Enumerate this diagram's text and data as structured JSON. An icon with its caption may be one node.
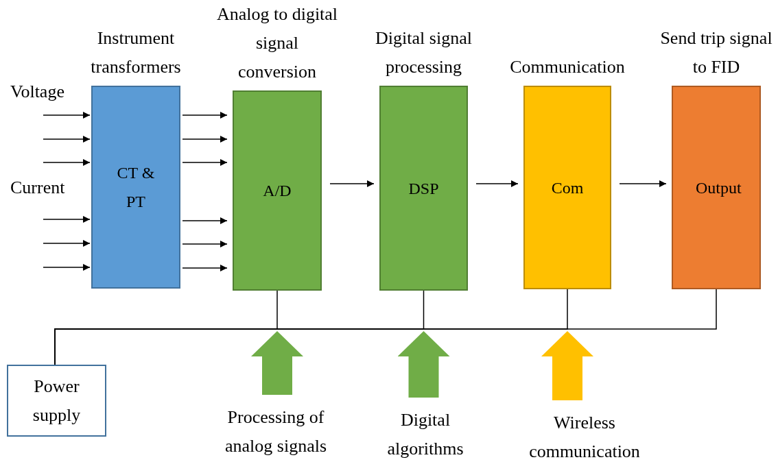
{
  "diagram": {
    "nodes": [
      {
        "text": [
          "Instrument transformers",
          "CT & PT"
        ]
      },
      {
        "text": [
          "Analog to digital signal conversion",
          "A/D"
        ]
      },
      {
        "text": [
          "Digital signal processing",
          "DSP"
        ]
      },
      {
        "text": [
          "Communication",
          "Com"
        ]
      },
      {
        "text": [
          "Send trip signal to FID",
          "Output"
        ]
      },
      {
        "text": [
          "Power supply"
        ]
      },
      {
        "text": [
          "Processing of analog signals"
        ]
      },
      {
        "text": [
          "Digital algorithms"
        ]
      },
      {
        "text": [
          "Wireless communication"
        ]
      }
    ],
    "edges": [
      {
        "from": null,
        "to": 0,
        "arrow": "to"
      },
      {
        "from": null,
        "to": 0,
        "arrow": "to"
      },
      {
        "from": null,
        "to": 0,
        "arrow": "to"
      },
      {
        "from": null,
        "to": 0,
        "arrow": "to"
      },
      {
        "from": null,
        "to": 0,
        "arrow": "to"
      },
      {
        "from": null,
        "to": 0,
        "arrow": "to"
      },
      {
        "from": 0,
        "to": 1,
        "arrow": "to"
      },
      {
        "from": 0,
        "to": 1,
        "arrow": "to"
      },
      {
        "from": 0,
        "to": 1,
        "arrow": "to"
      },
      {
        "from": 0,
        "to": 1,
        "arrow": "to"
      },
      {
        "from": 0,
        "to": 1,
        "arrow": "to"
      },
      {
        "from": 0,
        "to": 1,
        "arrow": "to"
      },
      {
        "from": 1,
        "to": 2,
        "arrow": "to"
      },
      {
        "from": 2,
        "to": 3,
        "arrow": "to"
      },
      {
        "from": 3,
        "to": 4,
        "arrow": "to"
      },
      {
        "from": 5,
        "to": 1,
        "arrow": "none"
      },
      {
        "from": 5,
        "to": 2,
        "arrow": "none"
      },
      {
        "from": 5,
        "to": 3,
        "arrow": "none"
      },
      {
        "from": 5,
        "to": 4,
        "arrow": "none"
      },
      {
        "from": 6,
        "to": 1,
        "arrow": "to",
        "style": "thick",
        "color": "#70ad47"
      },
      {
        "from": 7,
        "to": 2,
        "arrow": "to",
        "style": "thick",
        "color": "#70ad47"
      },
      {
        "from": 8,
        "to": 3,
        "arrow": "to",
        "style": "thick",
        "color": "#ffc000"
      }
    ],
    "labels": [
      "Voltage",
      "Current"
    ]
  }
}
